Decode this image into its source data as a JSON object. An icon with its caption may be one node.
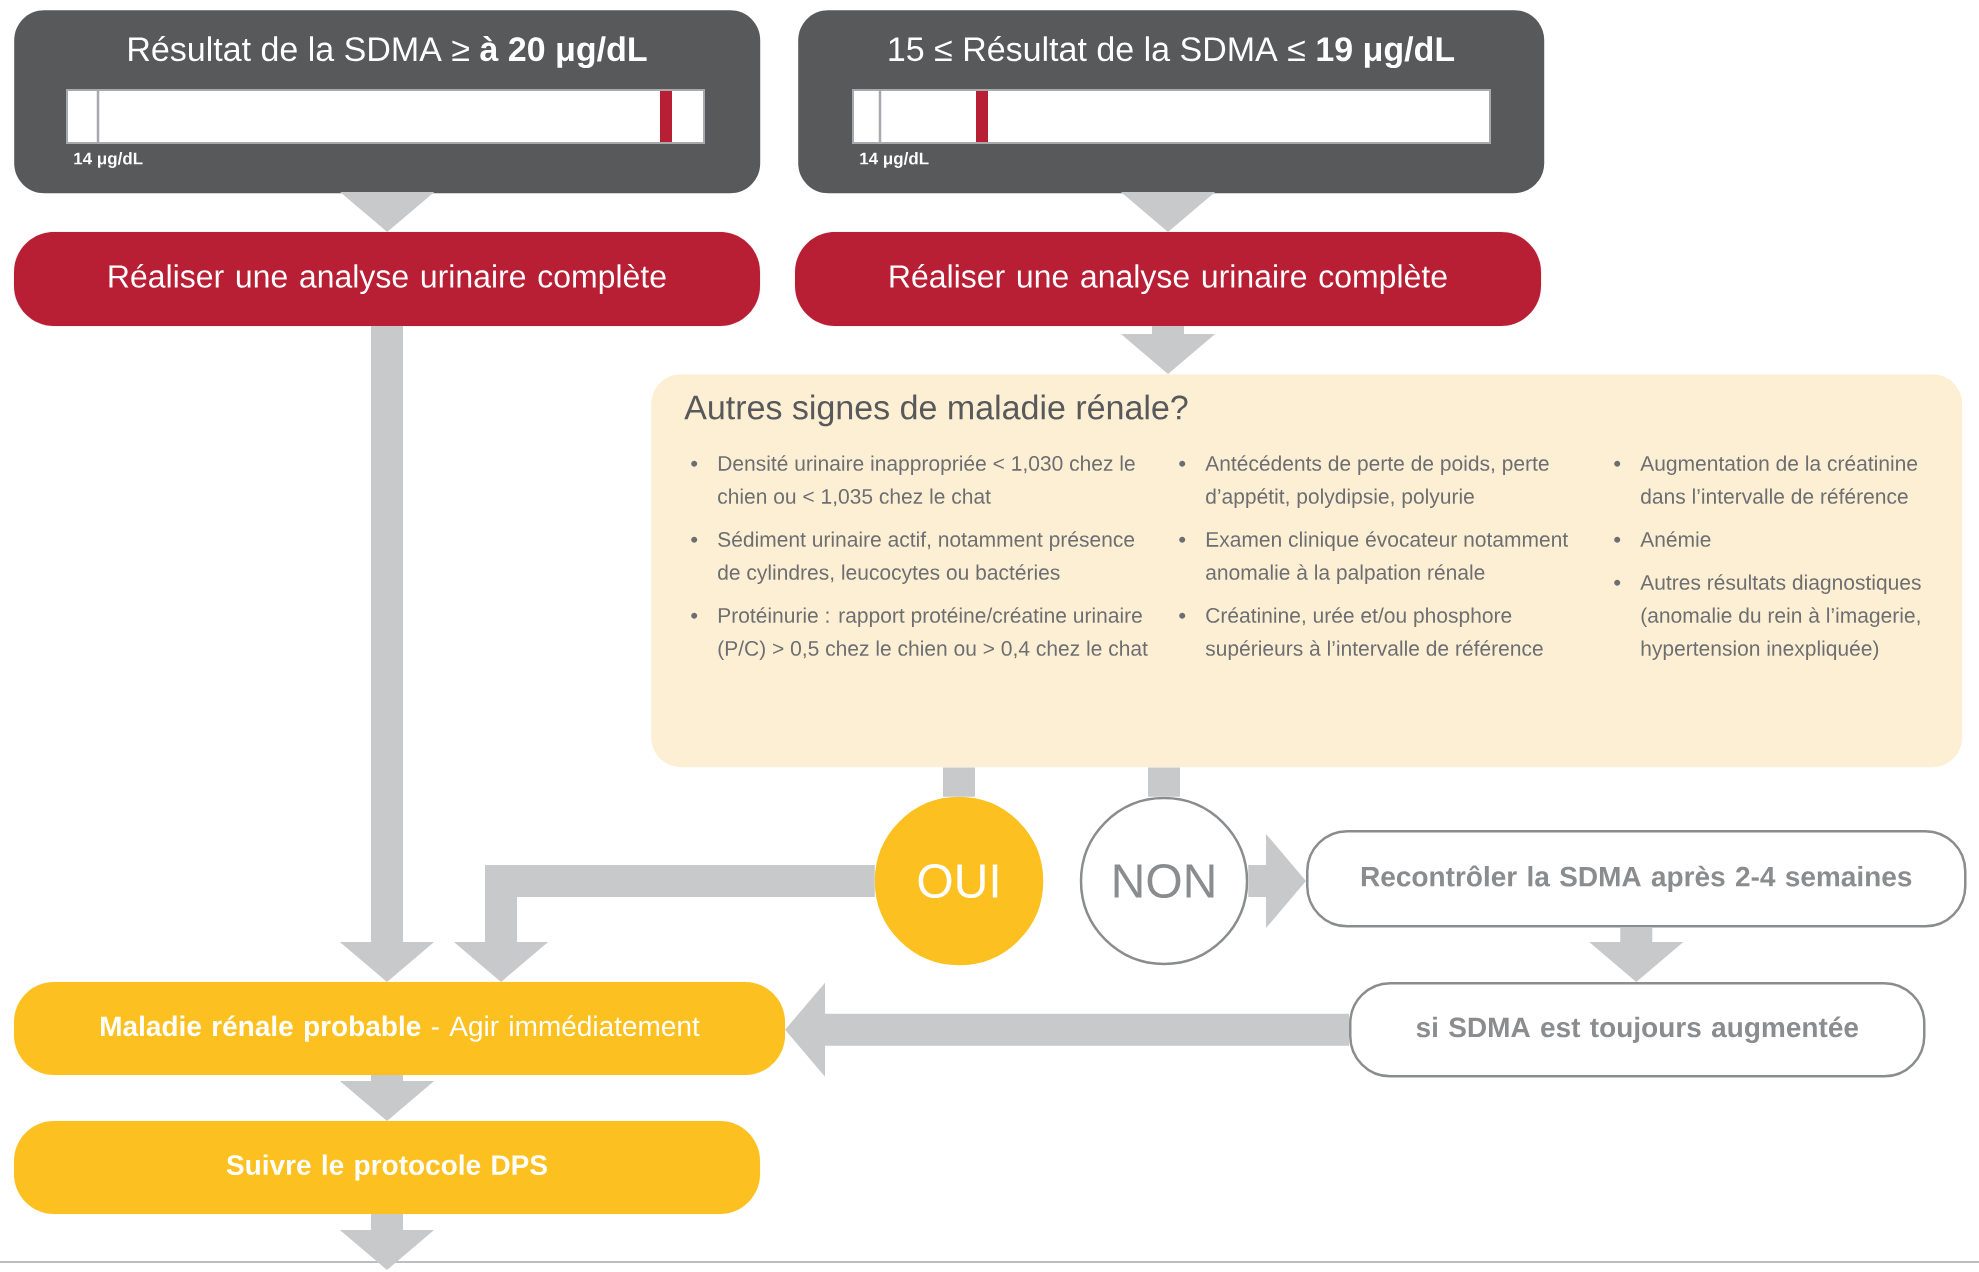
{
  "diagram": {
    "nodes": [
      {
        "text": [
          "Résultat de la SDMA ≥ **à 20 μg/dL**",
          "14 μg/dL"
        ]
      },
      {
        "text": [
          "15 ≤ Résultat de la SDMA ≤ **19 μg/dL**",
          "14 μg/dL"
        ]
      },
      {
        "text": [
          "Réaliser une analyse urinaire complète"
        ]
      },
      {
        "text": [
          "Réaliser une analyse urinaire complète"
        ]
      },
      {
        "text": [
          "Autres signes de maladie rénale?",
          "Densité urinaire inappropriée < 1,030 chez le chien ou < 1,035 chez le chat",
          "Sédiment urinaire actif, notamment présence de cylindres, leucocytes ou bactéries",
          "Protéinurie : rapport protéine/créatine urinaire (P/C) > 0,5 chez le chien ou > 0,4 chez le chat",
          "Antécédents de perte de poids, perte d’appétit, polydipsie, polyurie",
          "Examen clinique évocateur notamment anomalie à la palpation rénale",
          "Créatinine, urée et/ou phosphore supérieurs à l’intervalle de référence",
          "Augmentation de la créatinine dans l’intervalle de référence",
          "Anémie",
          "Autres résultats diagnostiques (anomalie du rein à l’imagerie, hypertension inexpliquée)"
        ]
      },
      {
        "text": [
          "OUI"
        ]
      },
      {
        "text": [
          "NON"
        ]
      },
      {
        "text": [
          "Recontrôler la SDMA après 2-4 semaines"
        ]
      },
      {
        "text": [
          "si SDMA est toujours augmentée"
        ]
      },
      {
        "text": [
          "**Maladie rénale probable** - Agir immédiatement"
        ]
      },
      {
        "text": [
          "Suivre le protocole DPS"
        ]
      }
    ],
    "edges": [
      {
        "from": 0,
        "to": 2,
        "arrow": "to"
      },
      {
        "from": 1,
        "to": 3,
        "arrow": "to"
      },
      {
        "from": 2,
        "to": 9,
        "arrow": "to"
      },
      {
        "from": 3,
        "to": 4,
        "arrow": "to"
      },
      {
        "from": 4,
        "to": 5,
        "arrow": "none"
      },
      {
        "from": 4,
        "to": 6,
        "arrow": "none"
      },
      {
        "from": 5,
        "to": 9,
        "arrow": "to"
      },
      {
        "from": 6,
        "to": 7,
        "arrow": "to"
      },
      {
        "from": 7,
        "to": 8,
        "arrow": "to"
      },
      {
        "from": 8,
        "to": 9,
        "arrow": "to"
      },
      {
        "from": 9,
        "to": 10,
        "arrow": "to"
      },
      {
        "from": 10,
        "to": null,
        "arrow": "to"
      }
    ]
  }
}
